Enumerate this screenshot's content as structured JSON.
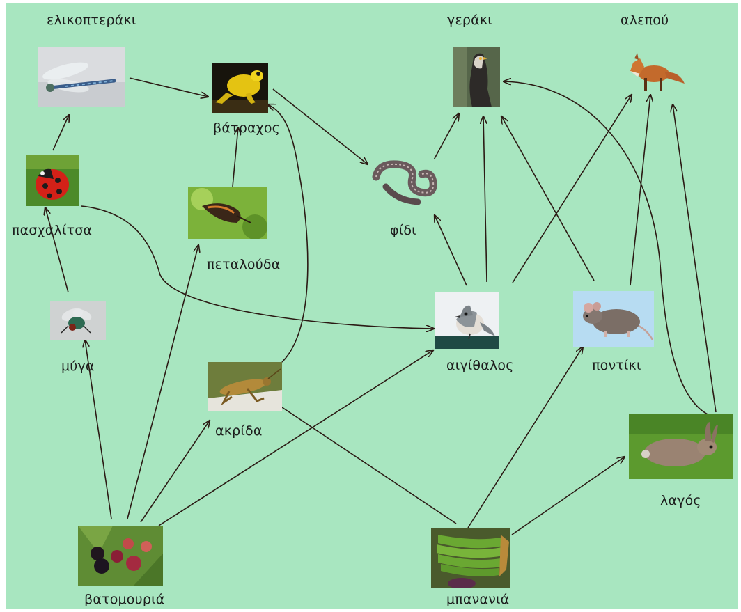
{
  "organisms": {
    "dragonfly": {
      "label": "ελικοπτεράκι",
      "icon": "dragonfly-photo"
    },
    "frog": {
      "label": "βάτραχος",
      "icon": "frog-photo"
    },
    "hawk": {
      "label": "γεράκι",
      "icon": "hawk-photo"
    },
    "fox": {
      "label": "αλεπού",
      "icon": "fox-photo"
    },
    "ladybug": {
      "label": "πασχαλίτσα",
      "icon": "ladybug-photo"
    },
    "butterfly": {
      "label": "πεταλούδα",
      "icon": "butterfly-photo"
    },
    "snake": {
      "label": "φίδι",
      "icon": "snake-photo"
    },
    "fly": {
      "label": "μύγα",
      "icon": "fly-photo"
    },
    "grasshopper": {
      "label": "ακρίδα",
      "icon": "grasshopper-photo"
    },
    "titmouse": {
      "label": "αιγίθαλος",
      "icon": "titmouse-photo"
    },
    "mouse": {
      "label": "ποντίκι",
      "icon": "mouse-photo"
    },
    "hare": {
      "label": "λαγός",
      "icon": "hare-photo"
    },
    "blackberry": {
      "label": "βατομουριά",
      "icon": "blackberry-photo"
    },
    "banana": {
      "label": "μπανανιά",
      "icon": "banana-plant-photo"
    }
  },
  "links": [
    {
      "from": "dragonfly",
      "to": "frog"
    },
    {
      "from": "frog",
      "to": "snake"
    },
    {
      "from": "snake",
      "to": "hawk"
    },
    {
      "from": "ladybug",
      "to": "dragonfly"
    },
    {
      "from": "ladybug",
      "to": "titmouse"
    },
    {
      "from": "butterfly",
      "to": "frog"
    },
    {
      "from": "fly",
      "to": "ladybug"
    },
    {
      "from": "grasshopper",
      "to": "frog"
    },
    {
      "from": "titmouse",
      "to": "snake"
    },
    {
      "from": "titmouse",
      "to": "hawk"
    },
    {
      "from": "titmouse",
      "to": "fox"
    },
    {
      "from": "mouse",
      "to": "hawk"
    },
    {
      "from": "mouse",
      "to": "fox"
    },
    {
      "from": "hare",
      "to": "hawk"
    },
    {
      "from": "hare",
      "to": "fox"
    },
    {
      "from": "blackberry",
      "to": "fly"
    },
    {
      "from": "blackberry",
      "to": "butterfly"
    },
    {
      "from": "blackberry",
      "to": "grasshopper"
    },
    {
      "from": "blackberry",
      "to": "titmouse"
    },
    {
      "from": "banana",
      "to": "grasshopper"
    },
    {
      "from": "banana",
      "to": "mouse"
    },
    {
      "from": "banana",
      "to": "hare"
    }
  ],
  "colors": {
    "background": "#a8e6c0",
    "arrow": "#2b1a14",
    "label": "#1c1c1c"
  }
}
